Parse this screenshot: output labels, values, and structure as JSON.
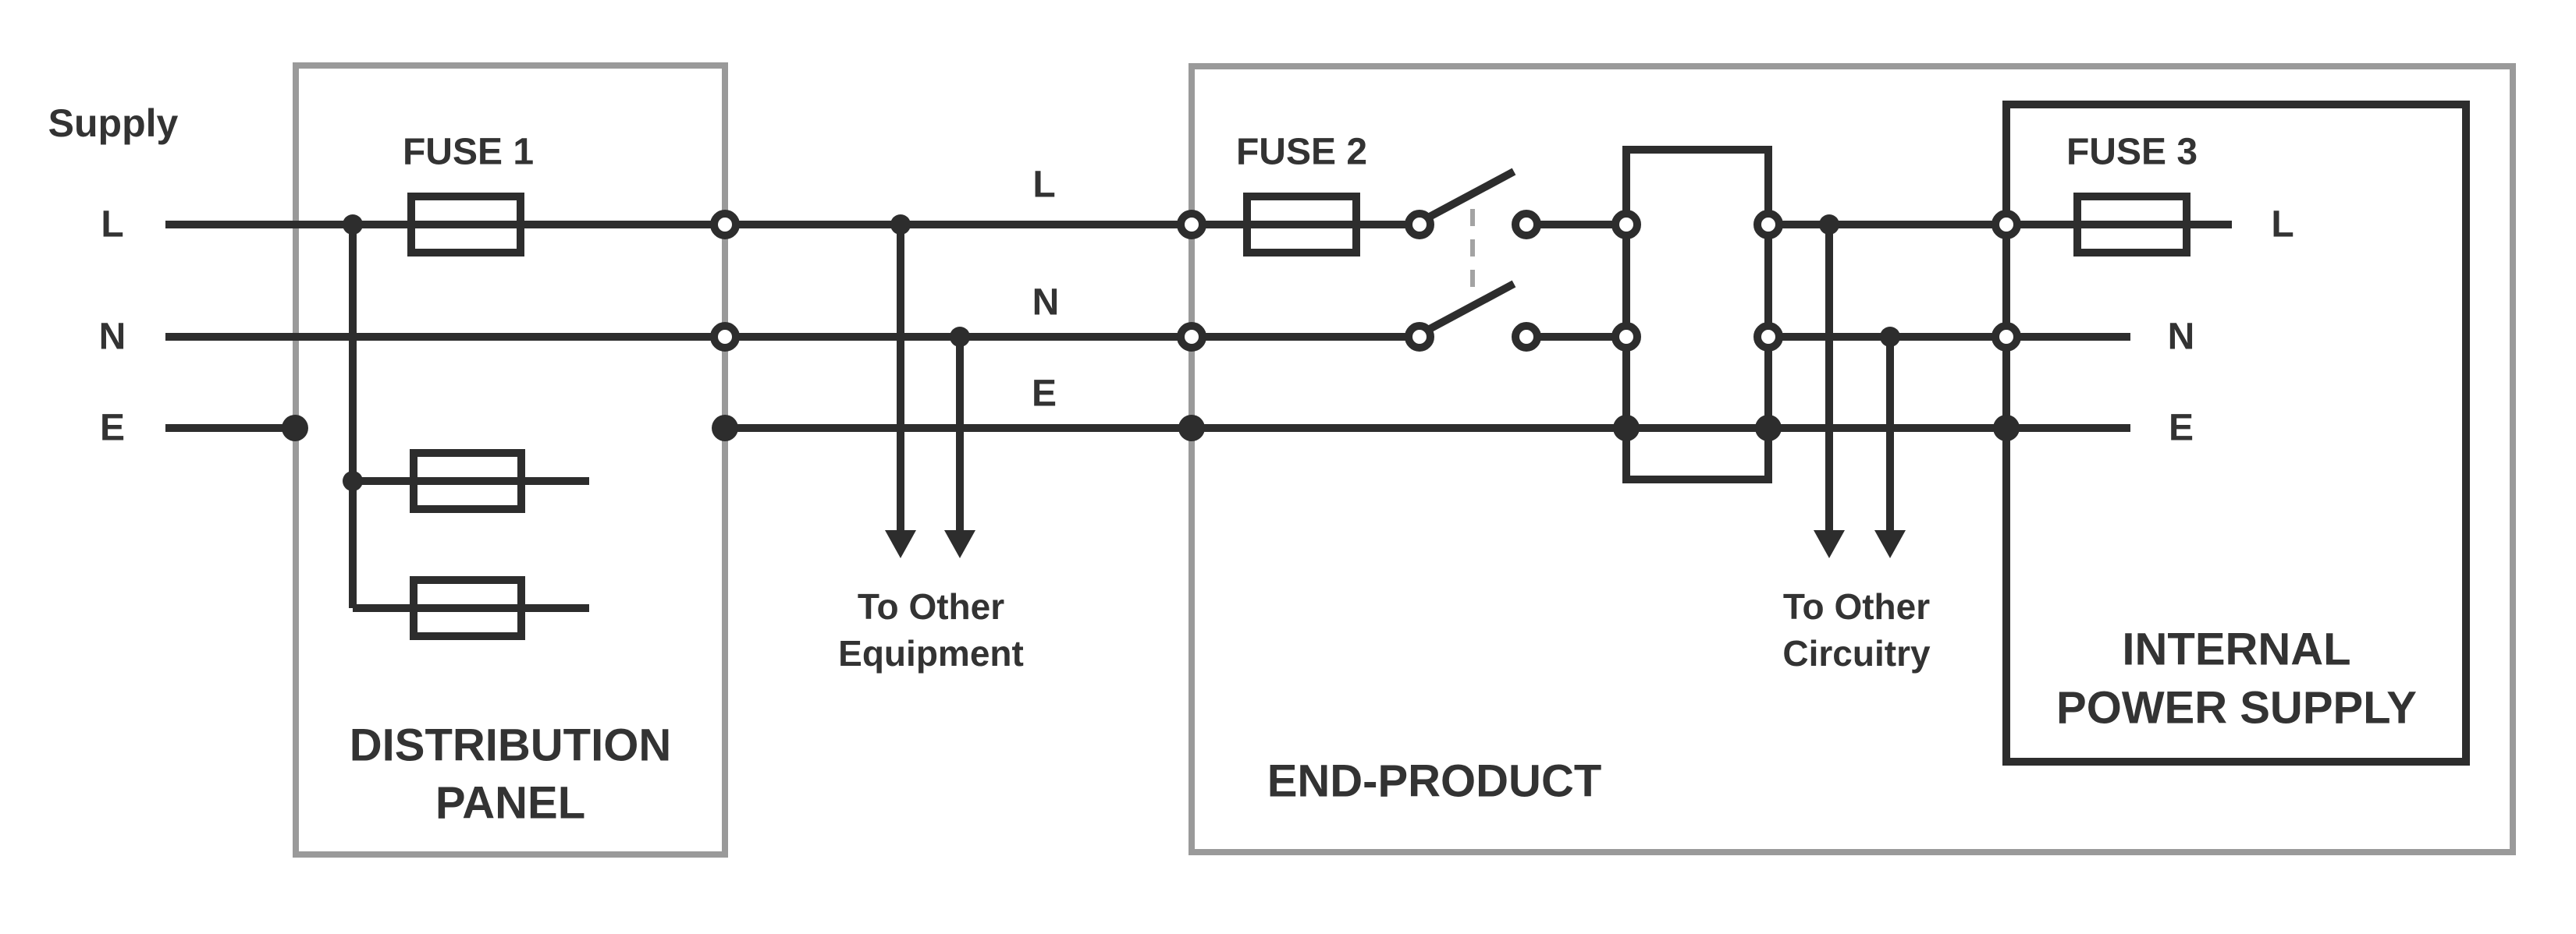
{
  "supply": {
    "label": "Supply",
    "l": "L",
    "n": "N",
    "e": "E"
  },
  "distribution_panel": {
    "title_line1": "DISTRIBUTION",
    "title_line2": "PANEL",
    "fuse_label": "FUSE 1"
  },
  "interconnect": {
    "l": "L",
    "n": "N",
    "e": "E",
    "to_other_line1": "To Other",
    "to_other_line2": "Equipment"
  },
  "end_product": {
    "title": "END-PRODUCT",
    "fuse_label": "FUSE 2",
    "to_other_line1": "To Other",
    "to_other_line2": "Circuitry"
  },
  "internal_power_supply": {
    "title_line1": "INTERNAL",
    "title_line2": "POWER SUPPLY",
    "fuse_label": "FUSE 3",
    "l": "L",
    "n": "N",
    "e": "E"
  },
  "colors": {
    "wire": "#2d2d2d",
    "text": "#333333",
    "enclosure": "#9a9a9a",
    "background": "#ffffff"
  }
}
